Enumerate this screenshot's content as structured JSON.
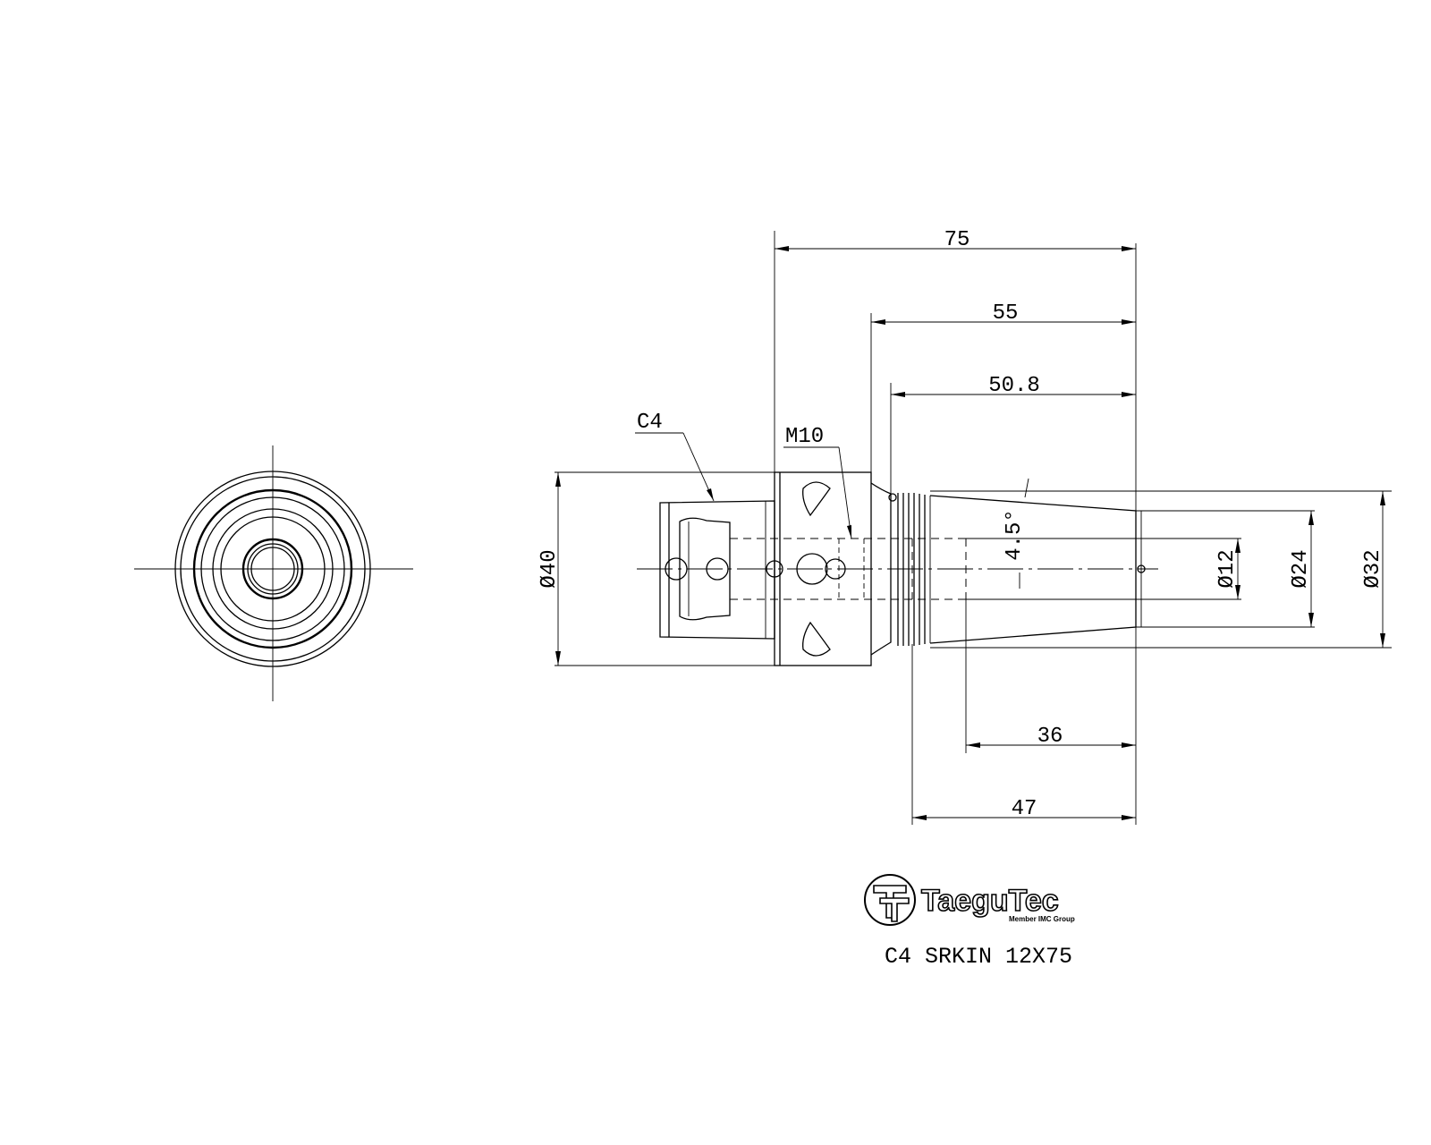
{
  "dimensions": {
    "overall_length": "75",
    "shank_length": "55",
    "gauge_length": "50.8",
    "taper_length_short": "36",
    "taper_length_long": "47",
    "flange_diameter": "Ø40",
    "bore_diameter": "Ø12",
    "tip_diameter": "Ø24",
    "taper_diameter": "Ø32",
    "taper_angle": "4.5°"
  },
  "callouts": {
    "coupling": "C4",
    "thread": "M10"
  },
  "logo": {
    "brand": "TaeguTec",
    "tagline": "Member IMC Group"
  },
  "part_number": "C4  SRKIN  12X75"
}
